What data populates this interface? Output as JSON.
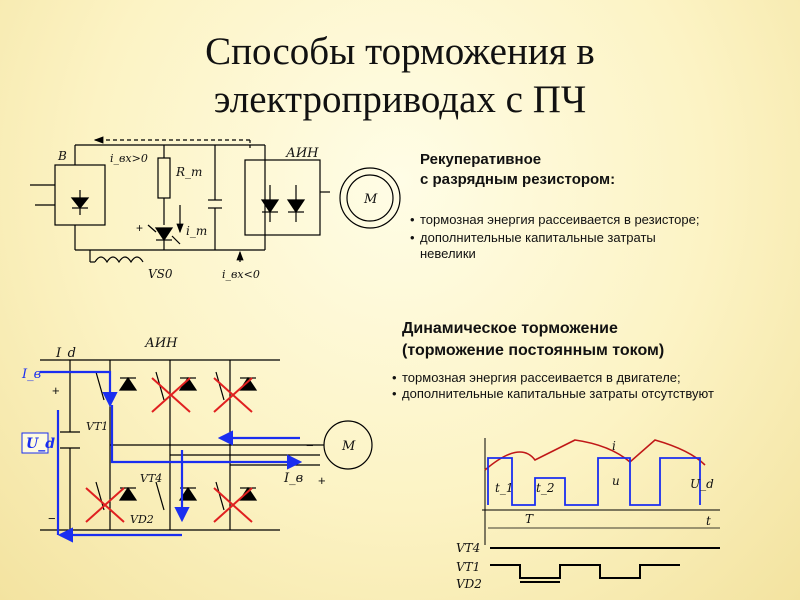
{
  "title_line1": "Способы торможения в",
  "title_line2": "электроприводах с ПЧ",
  "regen": {
    "heading_line1": "Рекуперативное",
    "heading_line2": "с разрядным резистором:",
    "bullets": [
      "тормозная энергия рассеивается в резисторе;",
      "дополнительные капитальные затраты невелики"
    ]
  },
  "dynamic": {
    "heading_line1": "Динамическое торможение",
    "heading_line2": "(торможение постоянным током)",
    "bullets": [
      "тормозная энергия рассеивается в двигателе;",
      "дополнительные капитальные затраты отсутствуют"
    ]
  },
  "top_circuit": {
    "label_b": "В",
    "label_iin_top": "i_вх>0",
    "label_rt": "R_т",
    "label_ain": "АИН",
    "label_it": "i_т",
    "label_plus": "+",
    "label_vs0": "VS0",
    "label_iin_bottom": "i_вх<0",
    "motor_label": "M"
  },
  "bottom_circuit": {
    "label_id": "I_d",
    "label_iv": "I_в",
    "label_ain": "АИН",
    "label_ud": "U_d",
    "label_vt1": "VT1",
    "label_vt4": "VT4",
    "label_vd2": "VD2",
    "label_plus": "+",
    "label_minus": "−",
    "label_motor_minus": "−",
    "label_motor_plus": "+",
    "label_ix": "I_в",
    "motor_label": "M"
  },
  "timing": {
    "label_i": "i",
    "label_u": "u",
    "label_t1": "t_1",
    "label_t2": "t_2",
    "label_period": "T",
    "label_t": "t",
    "label_ud": "U_d",
    "label_vt4": "VT4",
    "label_vt1": "VT1",
    "label_vd2": "VD2"
  },
  "colors": {
    "wire": "#000000",
    "arrow_blue": "#1a2ef0",
    "cross_red": "#e02020",
    "curve_red": "#c01818",
    "wave_blue": "#1a2ef0"
  }
}
